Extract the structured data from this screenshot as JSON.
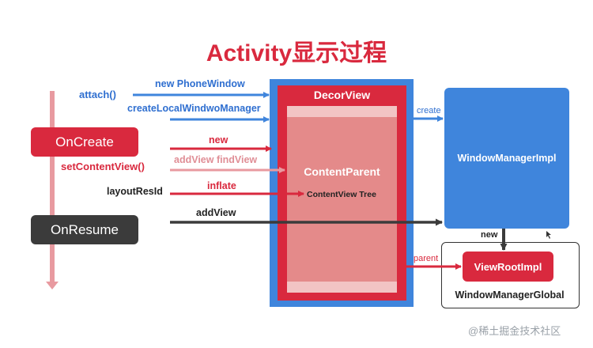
{
  "title": "Activity显示过程",
  "lifecycle": {
    "oncreate": "OnCreate",
    "onresume": "OnResume"
  },
  "left_labels": {
    "attach": "attach()",
    "set_content_view": "setContentView()",
    "layout_res_id": "layoutResId"
  },
  "arrow_labels": {
    "new_phone_window": "new PhoneWindow",
    "create_local_wm": "createLocalWindwoManager",
    "new": "new",
    "add_view_find_view": "addView  findView",
    "inflate": "inflate",
    "add_view": "addView",
    "create": "create",
    "parent": "parent",
    "new_vri": "new"
  },
  "boxes": {
    "decor_view": "DecorView",
    "content_parent": "ContentParent",
    "content_view_tree": "ContentView Tree",
    "window_manager_impl": "WindowManagerImpl",
    "view_root_impl": "ViewRootImpl",
    "window_manager_global": "WindowManagerGlobal"
  },
  "watermark": "@稀土掘金技术社区",
  "colors": {
    "red": "#d9293e",
    "blue": "#3f85dc",
    "pink": "#e89aa0",
    "dark": "#3b3b3b"
  }
}
